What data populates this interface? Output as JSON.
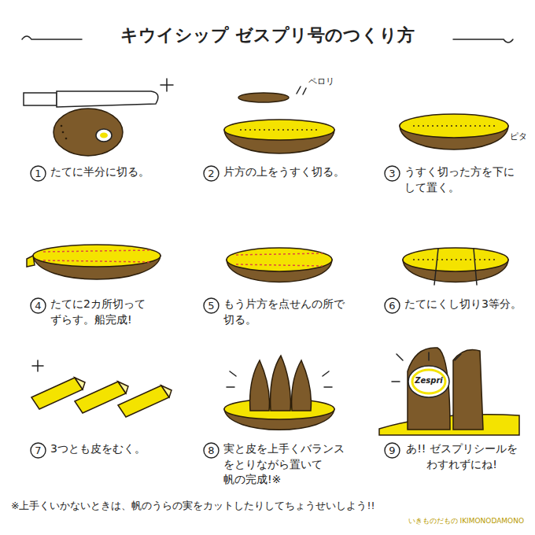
{
  "diagram": {
    "title": "キウイシップ ゼスプリ号のつくり方",
    "nodes": [
      {
        "text": [
          "1"
        ]
      },
      {
        "text": [
          "2"
        ]
      },
      {
        "text": [
          "3"
        ]
      },
      {
        "text": [
          "4"
        ]
      },
      {
        "text": [
          "5"
        ]
      },
      {
        "text": [
          "6"
        ]
      },
      {
        "text": [
          "7"
        ]
      },
      {
        "text": [
          "8"
        ]
      },
      {
        "text": [
          "9"
        ]
      }
    ],
    "labels": [
      "たてに半分に切る。",
      "ペロリ",
      "片方の上をうすく切る。",
      "ピタ",
      "うすく切った方を下に して置く。",
      "たてに2カ所切って ずらす。船完成!",
      "もう片方を点せんの所で 切る。",
      "たてにくし切り3等分。",
      "3つとも皮をむく。",
      "実と皮を上手くバランス をとりながら置いて 帆の完成!※",
      "Zespri",
      "あ!! ゼスプリシールを わすれずにね!",
      "※上手くいかないときは、帆のうらの実をカットしたりしてちょうせいしよう!!",
      "いきものだもの IKIMONODAMONO"
    ]
  }
}
